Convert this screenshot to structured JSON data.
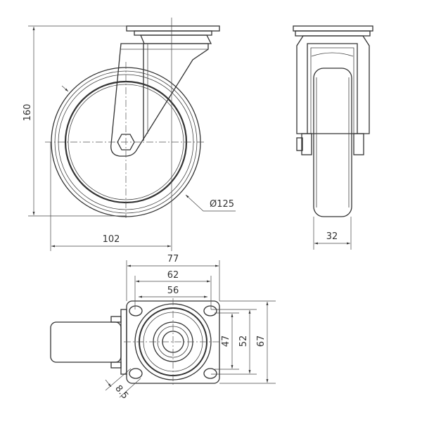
{
  "drawing": {
    "front_view": {
      "height_dim": "160",
      "width_dim": "102",
      "diameter_dim": "Ø125"
    },
    "side_view": {
      "width_dim": "32"
    },
    "top_view": {
      "plate_width_dim": "77",
      "hole_spacing_outer_dim": "62",
      "hole_spacing_inner_dim": "56",
      "hole_spacing_v_inner_dim": "47",
      "hole_spacing_v_outer_dim": "52",
      "plate_height_dim": "67",
      "hole_diameter_dim": "8.5"
    }
  }
}
